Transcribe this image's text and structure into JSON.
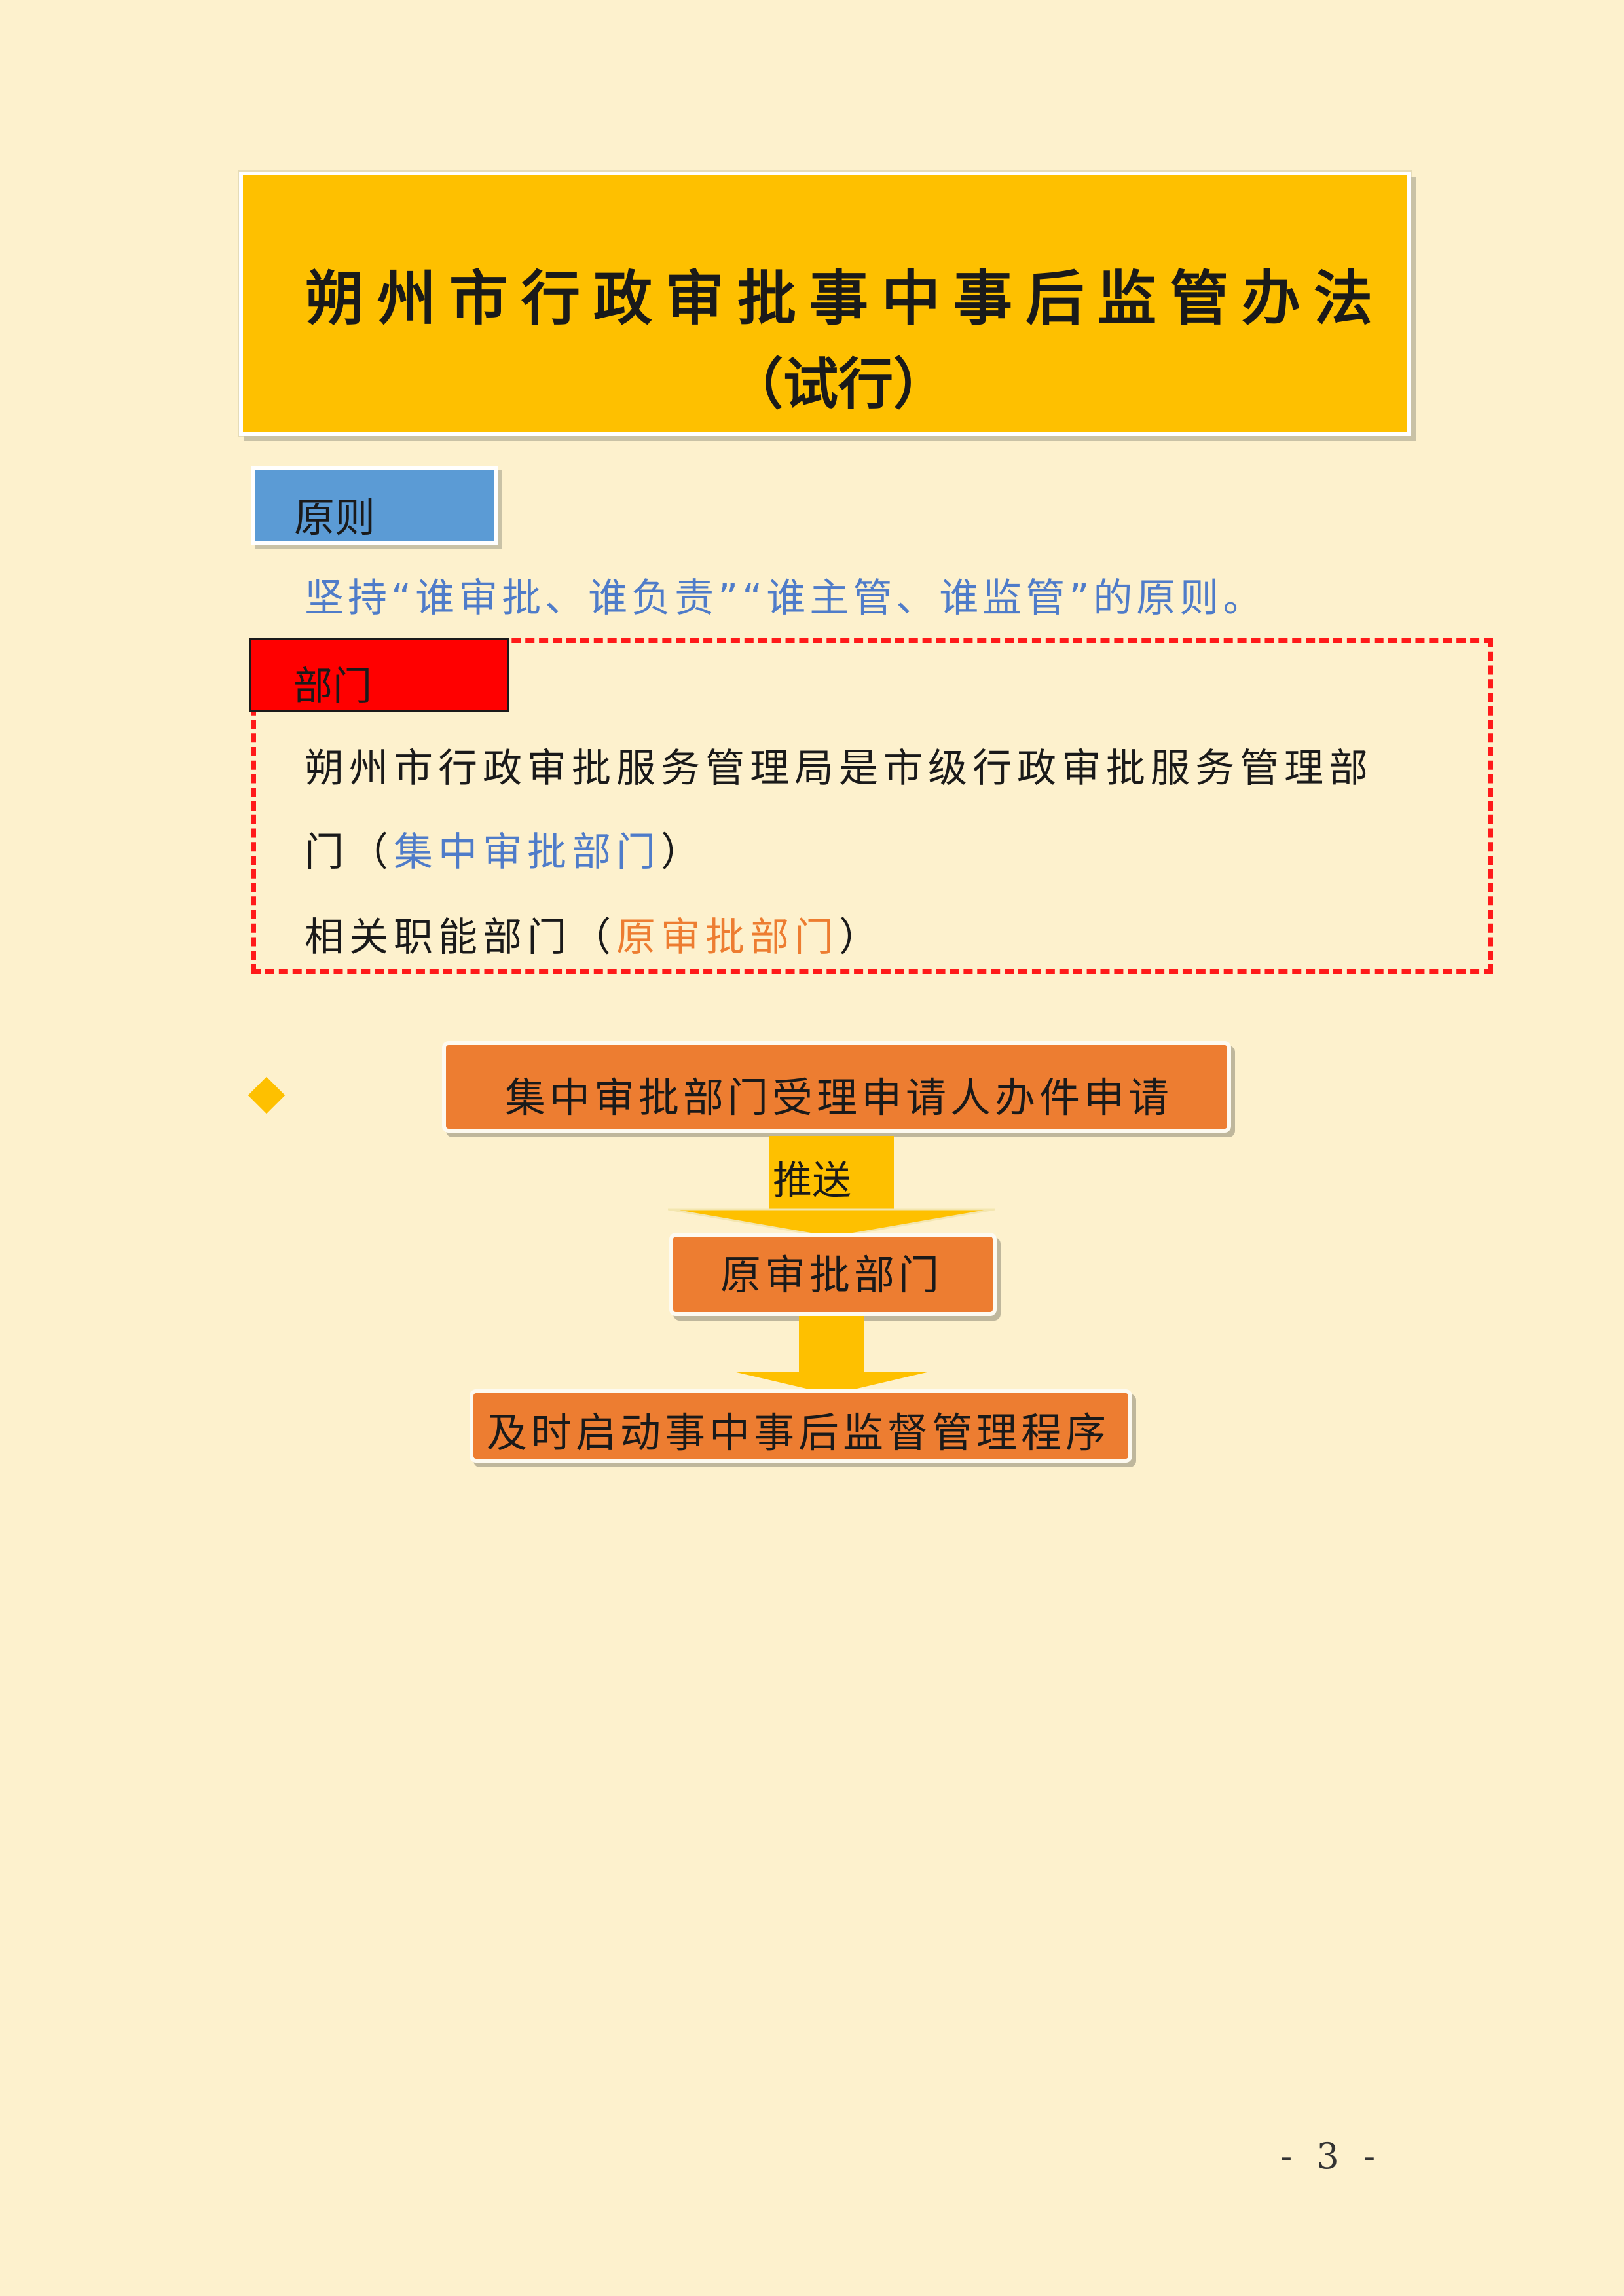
{
  "title": {
    "line1": "朔州市行政审批事中事后监管办法",
    "line2": "（试行）"
  },
  "principle": {
    "label": "原则",
    "text": "坚持“谁审批、谁负责”“谁主管、谁监管”的原则。"
  },
  "department": {
    "label": "部门",
    "line1": "朔州市行政审批服务管理局是市级行政审批服务管理部",
    "line2_prefix": "门（",
    "line2_highlight": "集中审批部门",
    "line2_suffix": "）",
    "line3_prefix": "相关职能部门（",
    "line3_highlight": "原审批部门",
    "line3_suffix": "）"
  },
  "flow": {
    "step1": "集中审批部门受理申请人办件申请",
    "arrow1_label": "推送",
    "step2": "原审批部门",
    "step3": "及时启动事中事后监督管理程序"
  },
  "colors": {
    "title_bg": "#fec000",
    "principle_bg": "#5b9bd5",
    "dept_label_bg": "#ff0000",
    "dept_border": "#ff1a1a",
    "flow_box_bg": "#ed7d31",
    "arrow": "#fec000",
    "blue_text": "#4f7cc9",
    "orange_text": "#ed7d31"
  },
  "page_number": "- 3 -"
}
